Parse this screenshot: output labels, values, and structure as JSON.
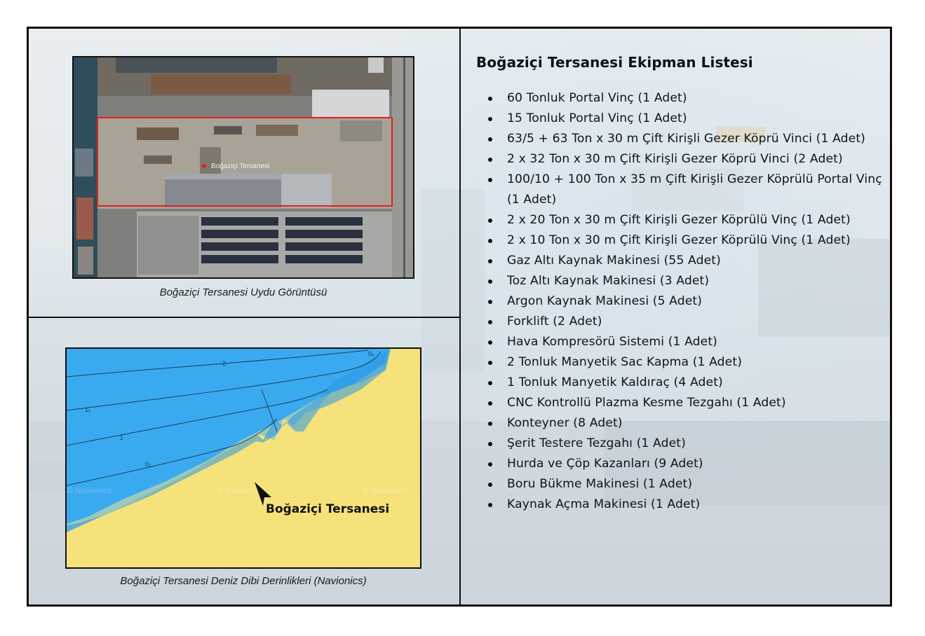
{
  "satellite": {
    "caption": "Boğaziçi Tersanesi Uydu Görüntüsü",
    "label": "Boğaziçi Tersanesi",
    "marker_color": "#e02020"
  },
  "depth_map": {
    "caption": "Boğaziçi Tersanesi Deniz Dibi Derinlikleri (Navionics)",
    "label": "Boğaziçi Tersanesi",
    "contours": [
      "2",
      "1₅",
      "1",
      "0₅",
      "0₅"
    ],
    "watermarks": [
      "© Navionics",
      "© Navionics",
      "© Navionics"
    ],
    "colors": {
      "deep_water": "#3aaaf0",
      "shallow_water": "#2a98e4",
      "land": "#f6e27a"
    }
  },
  "equipment": {
    "title": "Boğaziçi Tersanesi Ekipman Listesi",
    "items": [
      "60 Tonluk Portal Vinç (1 Adet)",
      "15 Tonluk Portal Vinç (1 Adet)",
      "63/5 + 63 Ton x 30 m Çift Kirişli Gezer Köprü Vinci (1 Adet)",
      "2 x 32 Ton x 30 m Çift Kirişli Gezer Köprü Vinci (2 Adet)",
      "100/10 + 100 Ton x 35 m Çift Kirişli Gezer Köprülü Portal Vinç (1 Adet)",
      "2 x 20 Ton x 30 m Çift Kirişli Gezer Köprülü Vinç (1 Adet)",
      "2 x 10 Ton x 30 m Çift Kirişli Gezer Köprülü Vinç (1 Adet)",
      "Gaz Altı Kaynak Makinesi (55 Adet)",
      "Toz Altı Kaynak Makinesi (3 Adet)",
      "Argon Kaynak Makinesi (5 Adet)",
      "Forklift (2 Adet)",
      "Hava Kompresörü Sistemi (1 Adet)",
      "2 Tonluk Manyetik Sac Kapma (1 Adet)",
      "1 Tonluk Manyetik Kaldıraç (4 Adet)",
      "CNC Kontrollü Plazma Kesme Tezgahı (1 Adet)",
      "Konteyner (8 Adet)",
      "Şerit Testere Tezgahı (1 Adet)",
      "Hurda ve Çöp Kazanları (9 Adet)",
      "Boru Bükme Makinesi (1 Adet)",
      "Kaynak Açma Makinesi (1 Adet)"
    ]
  }
}
